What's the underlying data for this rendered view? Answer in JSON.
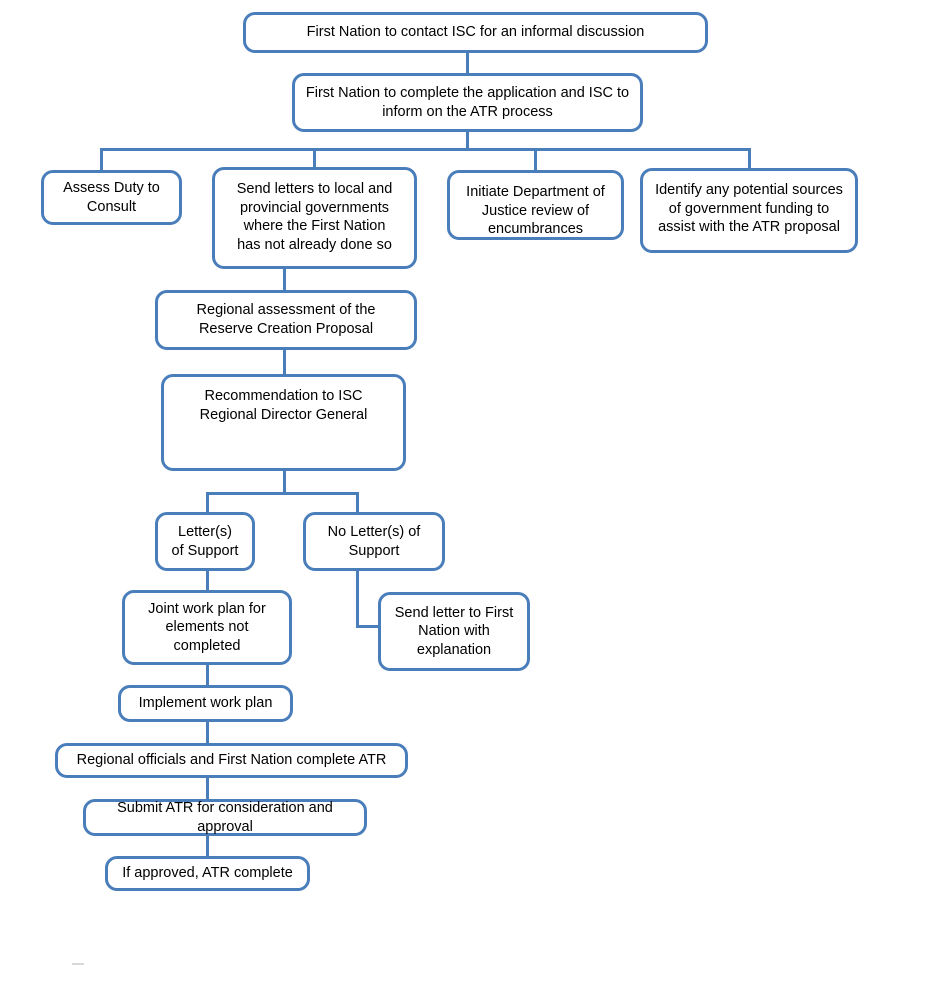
{
  "diagram": {
    "title": "Additions to Reserve (ATR) process flowchart",
    "accent_color": "#4A7EBB",
    "background_color": "#FFFFFF",
    "text_color": "#000000",
    "nodes": [
      {
        "id": "n1",
        "label": "First Nation to contact ISC for an informal discussion"
      },
      {
        "id": "n2",
        "label": "First Nation to complete the application and ISC to\ninform on the ATR process"
      },
      {
        "id": "n3",
        "label": "Assess Duty to\nConsult"
      },
      {
        "id": "n4",
        "label": "Send letters to local and\nprovincial governments\nwhere the First Nation\nhas not already done so"
      },
      {
        "id": "n5",
        "label": "Initiate Department of\nJustice review of\nencumbrances"
      },
      {
        "id": "n6",
        "label": "Identify any potential sources\nof government funding to\nassist with the ATR proposal"
      },
      {
        "id": "n7",
        "label": "Regional assessment of the\nReserve Creation Proposal"
      },
      {
        "id": "n8",
        "label": "Recommendation to ISC\nRegional Director General"
      },
      {
        "id": "n9",
        "label": "Letter(s)\nof Support"
      },
      {
        "id": "n10",
        "label": "No Letter(s) of\nSupport"
      },
      {
        "id": "n11",
        "label": "Joint work plan for\nelements not\ncompleted"
      },
      {
        "id": "n12",
        "label": "Send letter to First\nNation with\nexplanation"
      },
      {
        "id": "n13",
        "label": "Implement work plan"
      },
      {
        "id": "n14",
        "label": "Regional officials and First Nation complete ATR"
      },
      {
        "id": "n15",
        "label": "Submit ATR for consideration and approval"
      },
      {
        "id": "n16",
        "label": "If approved, ATR complete"
      }
    ]
  }
}
